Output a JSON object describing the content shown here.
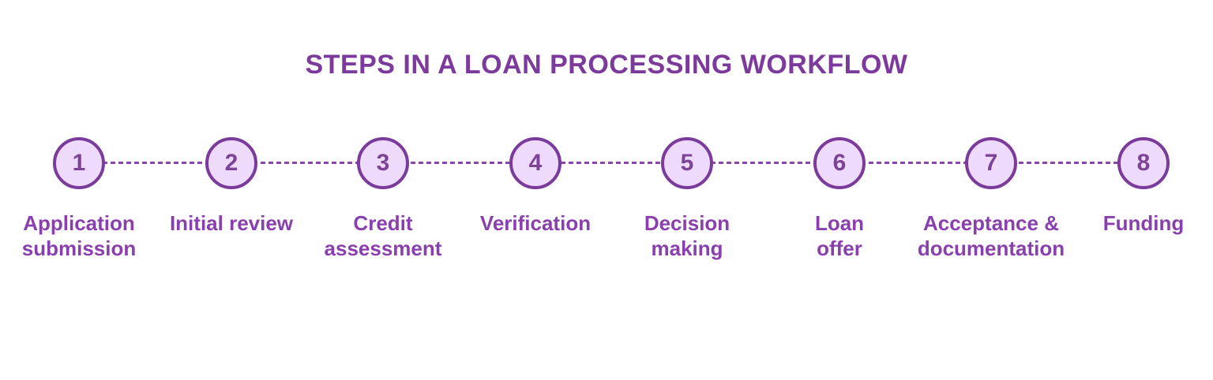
{
  "title": "STEPS IN A LOAN PROCESSING WORKFLOW",
  "colors": {
    "title": "#7d3a9d",
    "label": "#8a3fae",
    "circle_border": "#7b3b9b",
    "circle_fill": "#eedafb",
    "number": "#7c4397",
    "connector": "#8e44ad",
    "background": "#ffffff"
  },
  "steps": [
    {
      "number": "1",
      "label": "Application\nsubmission"
    },
    {
      "number": "2",
      "label": "Initial review"
    },
    {
      "number": "3",
      "label": "Credit\nassessment"
    },
    {
      "number": "4",
      "label": "Verification"
    },
    {
      "number": "5",
      "label": "Decision\nmaking"
    },
    {
      "number": "6",
      "label": "Loan\noffer"
    },
    {
      "number": "7",
      "label": "Acceptance &\ndocumentation"
    },
    {
      "number": "8",
      "label": "Funding"
    }
  ]
}
